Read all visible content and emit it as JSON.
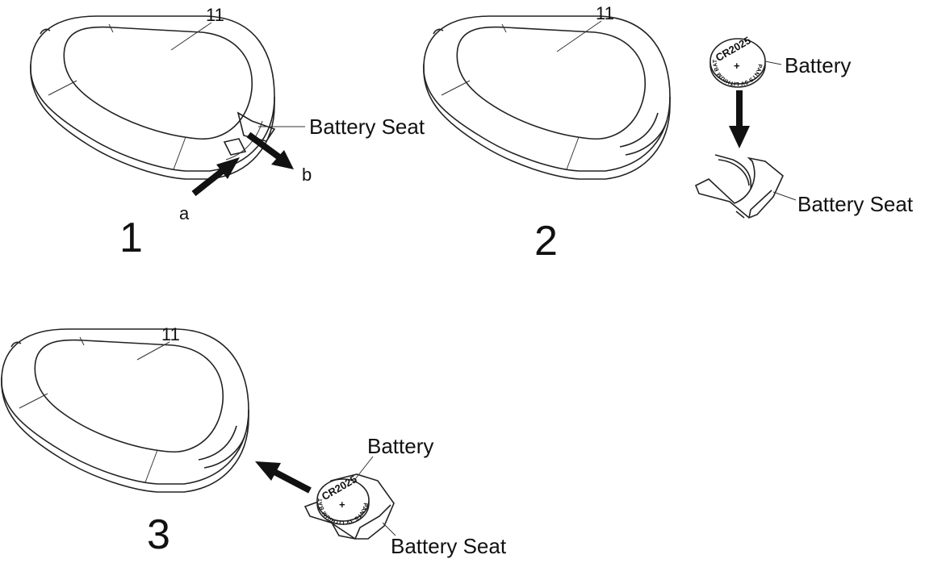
{
  "panels": [
    {
      "step": "1",
      "part_label": "11",
      "seat_label": "Battery Seat",
      "arrow_a": "a",
      "arrow_b": "b"
    },
    {
      "step": "2",
      "part_label": "11",
      "battery_label": "Battery",
      "seat_label": "Battery Seat",
      "coin_text": "CR2025",
      "coin_plus": "+",
      "coin_ring_text": "PANTS 3V LITHIUM BATTERY"
    },
    {
      "step": "3",
      "part_label": "11",
      "battery_label": "Battery",
      "seat_label": "Battery Seat",
      "coin_text": "CR2025",
      "coin_plus": "+",
      "coin_ring_text": "PANTS 3V LITHIUM BATTERY"
    }
  ],
  "colors": {
    "line": "#222222",
    "arrow": "#111111",
    "background": "#ffffff"
  },
  "icons": [
    "remote-control-shell",
    "coin-battery",
    "battery-seat",
    "direction-arrow"
  ]
}
